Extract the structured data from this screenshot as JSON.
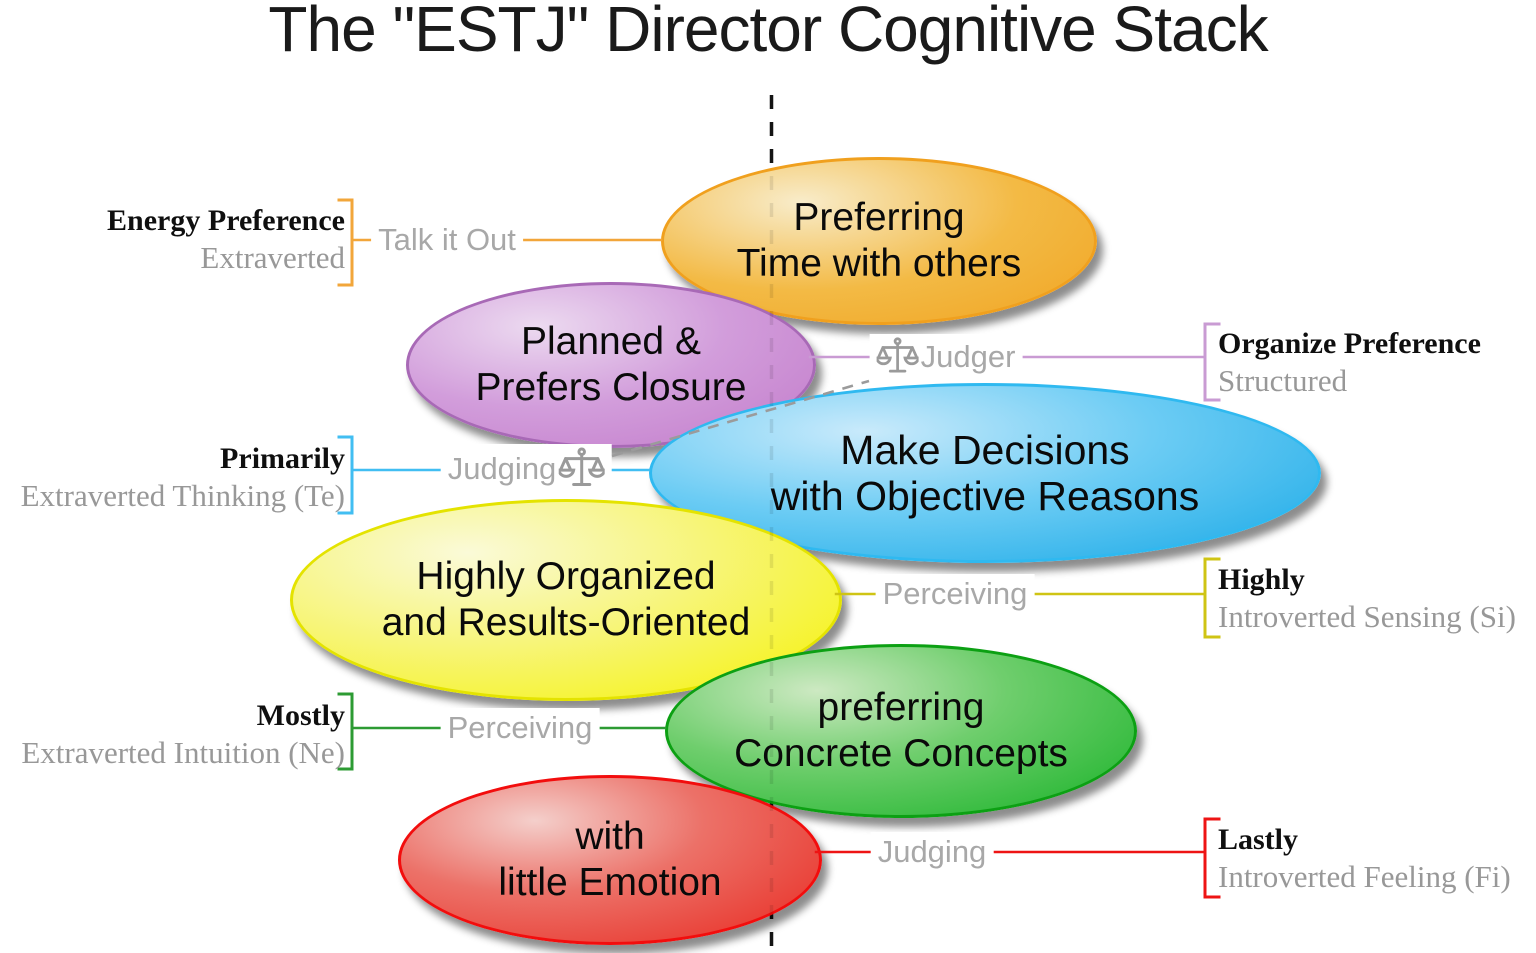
{
  "title": "The \"ESTJ\" Director Cognitive Stack",
  "ellipses": [
    {
      "name": "orange",
      "text": [
        "Preferring",
        "Time with others"
      ],
      "fill": "#f0a422",
      "border": "#f0a01e"
    },
    {
      "name": "purple",
      "text": [
        "Planned &",
        "Prefers Closure"
      ],
      "fill": "#c27bca",
      "border": "#a869b6"
    },
    {
      "name": "blue",
      "text": [
        "Make Decisions",
        "with Objective Reasons"
      ],
      "fill": "#17a8e6",
      "border": "#2fb9f0"
    },
    {
      "name": "yellow",
      "text": [
        "Highly Organized",
        "and Results-Oriented"
      ],
      "fill": "#f5f203",
      "border": "#e4e300"
    },
    {
      "name": "green",
      "text": [
        "preferring",
        "Concrete Concepts"
      ],
      "fill": "#17b227",
      "border": "#0ca013"
    },
    {
      "name": "red",
      "text": [
        "with",
        "little Emotion"
      ],
      "fill": "#e82920",
      "border": "#f20d0d"
    }
  ],
  "annotations": {
    "left": [
      {
        "title": "Energy Preference",
        "subtitle": "Extraverted",
        "connector_label": "Talk it Out",
        "color": "#f2a63a",
        "icon": ""
      },
      {
        "title": "Primarily",
        "subtitle": "Extraverted Thinking (Te)",
        "connector_label": "Judging",
        "color": "#41bef2",
        "icon": "scales-icon"
      },
      {
        "title": "Mostly",
        "subtitle": "Extraverted Intuition (Ne)",
        "connector_label": "Perceiving",
        "color": "#2d9b33",
        "icon": ""
      }
    ],
    "right": [
      {
        "title": "Organize Preference",
        "subtitle": "Structured",
        "connector_label": "Judger",
        "color": "#c99bd3",
        "icon": "scales-icon"
      },
      {
        "title": "Highly",
        "subtitle": "Introverted Sensing (Si)",
        "connector_label": "Perceiving",
        "color": "#cfc414",
        "icon": ""
      },
      {
        "title": "Lastly",
        "subtitle": "Introverted Feeling (Fi)",
        "connector_label": "Judging",
        "color": "#ee1414",
        "icon": ""
      }
    ]
  },
  "divider": {
    "style": "black dashed vertical line",
    "link": "gray dashed line between Judging and Judger scales icons"
  }
}
